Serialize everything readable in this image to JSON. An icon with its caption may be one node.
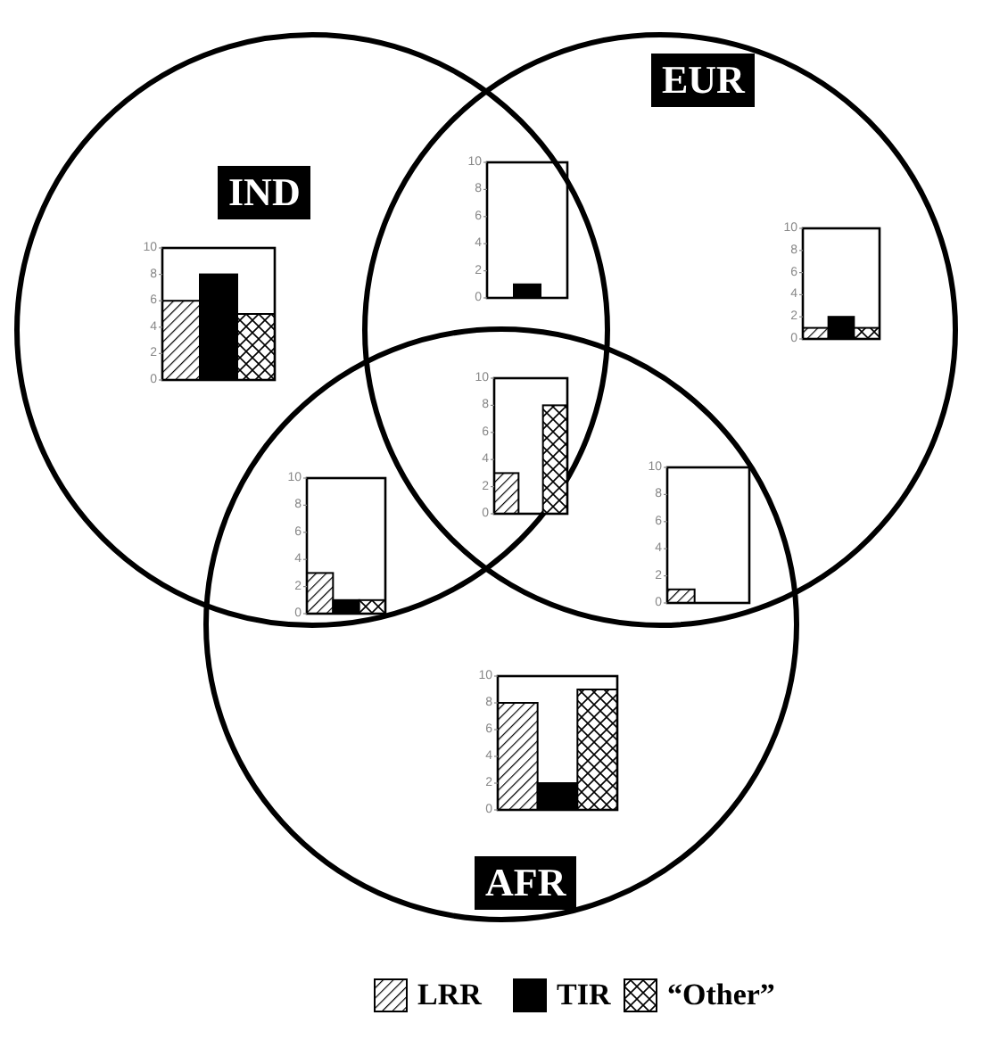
{
  "diagram": {
    "nodes": [
      {
        "text": [
          "IND"
        ]
      },
      {
        "text": [
          "EUR"
        ]
      },
      {
        "text": [
          "AFR"
        ]
      }
    ],
    "labels": [
      "10",
      "8",
      "6",
      "4",
      "2",
      "0",
      "10",
      "8",
      "6",
      "4",
      "2",
      "0",
      "10",
      "8",
      "6",
      "4",
      "2",
      "0",
      "10",
      "8",
      "6",
      "4",
      "2",
      "0",
      "10",
      "8",
      "6",
      "4",
      "2",
      "0",
      "10",
      "8",
      "6",
      "4",
      "2",
      "0",
      "10",
      "8",
      "6",
      "4",
      "2",
      "0"
    ],
    "legend": [
      {
        "text": "LRR"
      },
      {
        "text": "TIR"
      },
      {
        "text": "“Other”"
      }
    ]
  }
}
